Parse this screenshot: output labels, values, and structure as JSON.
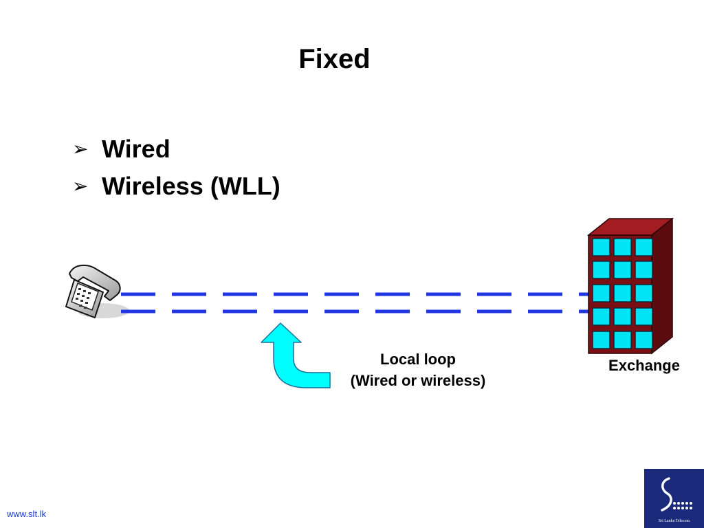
{
  "slide": {
    "title": "Fixed",
    "bullets": [
      {
        "marker": "➢",
        "text": "Wired"
      },
      {
        "marker": "➢",
        "text": "Wireless (WLL)"
      }
    ]
  },
  "diagram": {
    "loop_label_line1": "Local loop",
    "loop_label_line2": "(Wired or wireless)",
    "exchange_label": "Exchange",
    "icons": [
      "telephone-icon",
      "exchange-building-icon",
      "curved-arrow-icon"
    ],
    "colors": {
      "line": "#1f36e0",
      "arrow": "#00ffff",
      "building": "#7a0f14",
      "windows": "#00e5f5"
    }
  },
  "footer": {
    "url": "www.slt.lk",
    "logo_caption": "Sri Lanka Telecom"
  }
}
